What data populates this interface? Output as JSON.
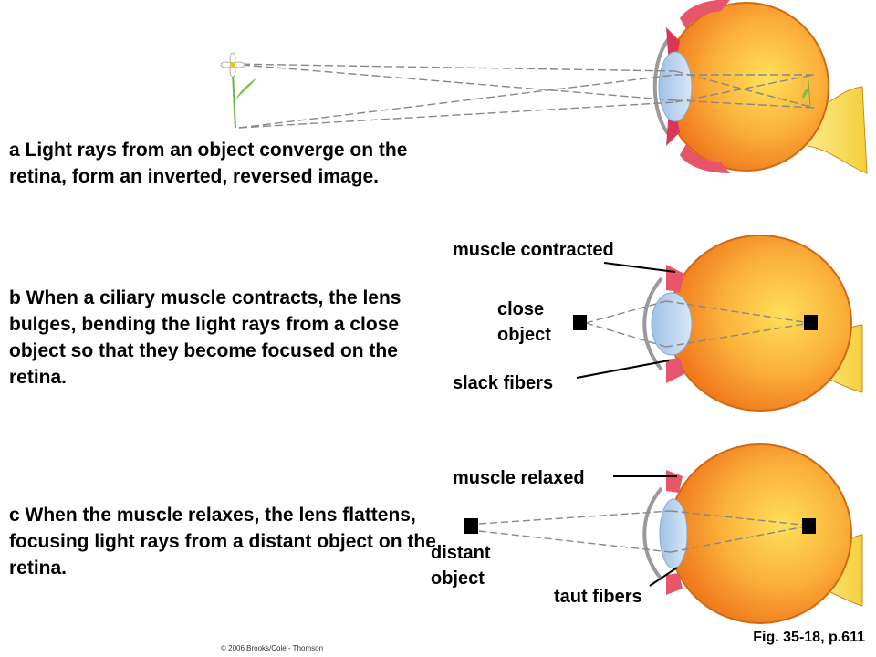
{
  "captions": {
    "a": "a  Light rays from an object converge on the retina, form an inverted, reversed image.",
    "b": "b  When a ciliary muscle contracts, the lens bulges, bending the light rays from a close object so that they become focused on the retina.",
    "c": "c  When the muscle relaxes, the lens flattens, focusing light rays from a distant object on the retina."
  },
  "labels": {
    "muscle_contracted": "muscle contracted",
    "close_object_1": "close",
    "close_object_2": "object",
    "slack_fibers": "slack fibers",
    "muscle_relaxed": "muscle relaxed",
    "distant_object_1": "distant",
    "distant_object_2": "object",
    "taut_fibers": "taut fibers"
  },
  "figure_ref": "Fig. 35-18, p.611",
  "credit": "© 2006 Brooks/Cole - Thomson"
}
